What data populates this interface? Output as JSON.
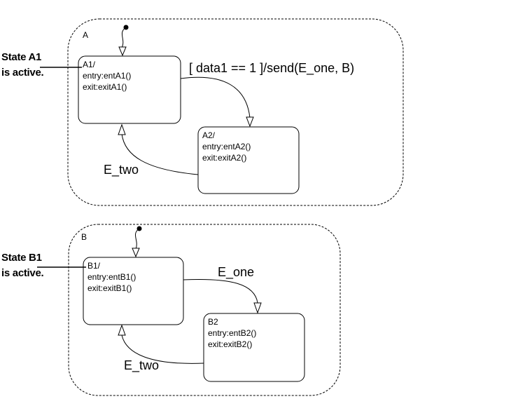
{
  "superstates": [
    {
      "name": "A",
      "substates": [
        {
          "name": "A1/",
          "entry": "entry:entA1()",
          "exit": "exit:exitA1()"
        },
        {
          "name": "A2/",
          "entry": "entry:entA2()",
          "exit": "exit:exitA2()"
        }
      ],
      "transition_forward": "[ data1 == 1 ]/send(E_one, B)",
      "transition_back": "E_two",
      "annotation": [
        "State A1",
        "is active."
      ]
    },
    {
      "name": "B",
      "substates": [
        {
          "name": "B1/",
          "entry": "entry:entB1()",
          "exit": "exit:exitB1()"
        },
        {
          "name": "B2",
          "entry": "entry:entB2()",
          "exit": "exit:exitB2()"
        }
      ],
      "transition_forward": "E_one",
      "transition_back": "E_two",
      "annotation": [
        "State B1",
        "is active."
      ]
    }
  ]
}
